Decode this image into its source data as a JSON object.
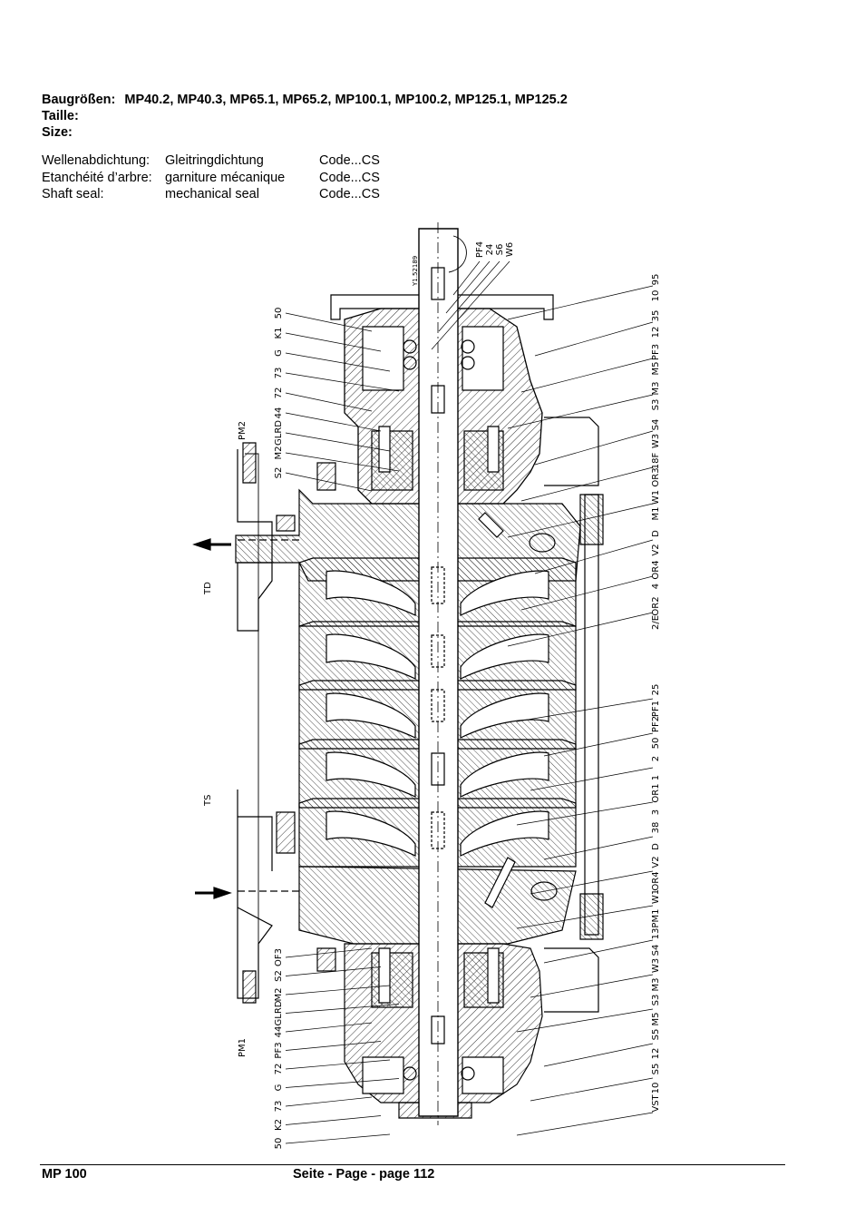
{
  "header": {
    "label1": "Baugrößen:",
    "models": "MP40.2, MP40.3, MP65.1, MP65.2, MP100.1, MP100.2, MP125.1, MP125.2",
    "label2": "Taille:",
    "label3": "Size:"
  },
  "shaft_seal": {
    "rows": [
      {
        "label": "Wellenabdichtung:",
        "type": "Gleitringdichtung",
        "code": "Code...CS"
      },
      {
        "label": "Etanchéité d’arbre:",
        "type": "garniture mécanique",
        "code": "Code...CS"
      },
      {
        "label": "Shaft seal:",
        "type": "mechanical seal",
        "code": "Code...CS"
      }
    ]
  },
  "drawing": {
    "stamp": "Y1.52189",
    "top_labels": [
      "PF4",
      "24",
      "S6",
      "W6"
    ],
    "left_labels_top": [
      "50",
      "K1",
      "G",
      "73",
      "72",
      "44",
      "GLRD",
      "M2",
      "S2"
    ],
    "left_labels_bottom": [
      "OF3",
      "S2",
      "M2",
      "GLRD",
      "44",
      "PF3",
      "72",
      "G",
      "73",
      "K2",
      "50"
    ],
    "right_labels_top": [
      "10",
      "95",
      "12",
      "35",
      "M5",
      "PF3",
      "S3",
      "M3",
      "W3",
      "S4",
      "OR3",
      "18F",
      "M1",
      "W1",
      "V2",
      "D",
      "4",
      "OR4",
      "2/E",
      "OR2"
    ],
    "right_labels_bottom": [
      "25",
      "PF1",
      "PF2",
      "50",
      "2",
      "1",
      "OR1",
      "3",
      "38",
      "D",
      "V2",
      "OR4",
      "W1",
      "M1",
      "13P",
      "S4",
      "W3",
      "M3",
      "S3",
      "M5",
      "S5",
      "12",
      "S5",
      "10",
      "VST"
    ],
    "pm2": "PM2",
    "pm1": "PM1",
    "td": "TD",
    "ts": "TS"
  },
  "footer": {
    "left": "MP 100",
    "center": "Seite - Page - page 112"
  }
}
